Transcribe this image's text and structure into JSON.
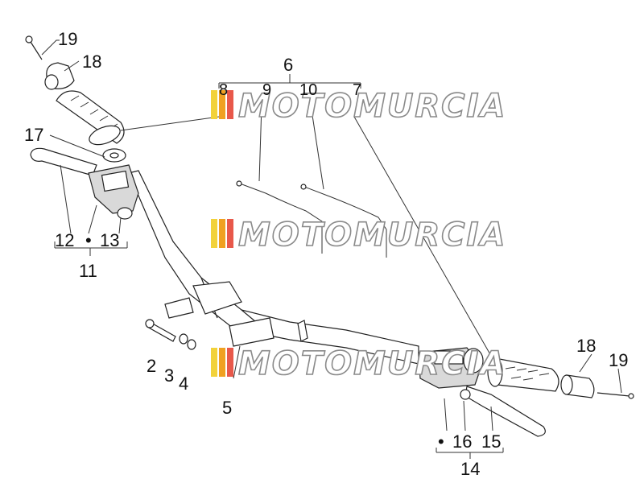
{
  "watermark": {
    "text": "MOTOMURCIA",
    "colors": [
      "#f2d23a",
      "#f0a020",
      "#e8584a",
      "#b8c8d8"
    ]
  },
  "labels": {
    "l19a": "19",
    "l18a": "18",
    "l6": "6",
    "l8": "8",
    "l9": "9",
    "l10": "10",
    "l7": "7",
    "l17": "17",
    "l12": "12",
    "bullet1": "•",
    "l13": "13",
    "l11": "11",
    "l2": "2",
    "l3": "3",
    "l4": "4",
    "l5": "5",
    "l18b": "18",
    "l19b": "19",
    "bullet2": "•",
    "l16": "16",
    "l15": "15",
    "l14": "14"
  }
}
